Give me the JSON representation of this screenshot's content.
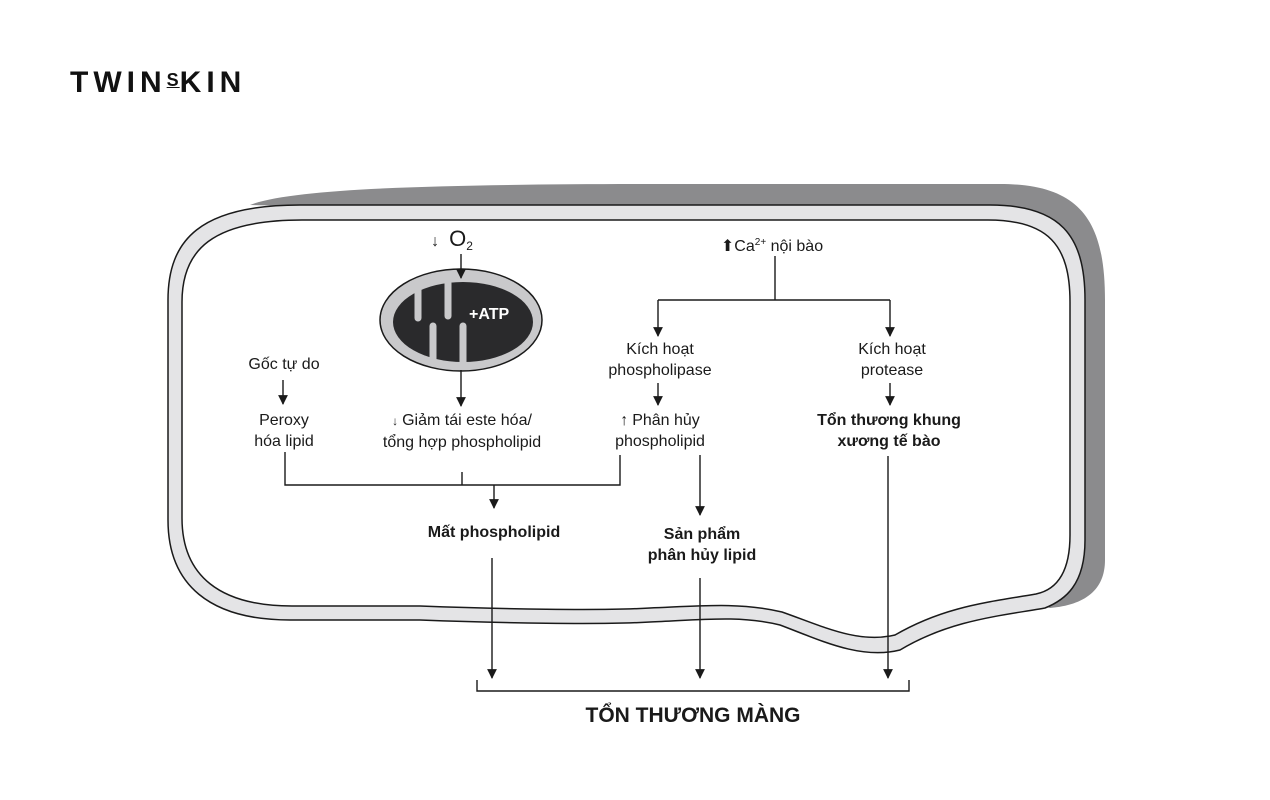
{
  "brand": {
    "logo": "TWIN",
    "logo_mid": "S",
    "logo_end": "KIN"
  },
  "diagram": {
    "oxygen": {
      "arrow": "↓",
      "symbol": "O",
      "subscript": "2"
    },
    "mitochondria_label": "+ATP",
    "calcium": {
      "arrow": "⬆",
      "symbol": "Ca",
      "superscript": "2+",
      "text": " nội bào"
    },
    "free_radical": "Gốc tự do",
    "peroxy": [
      "Peroxy",
      "hóa lipid"
    ],
    "reduced_reesterification": {
      "arrow": "↓",
      "lines": [
        "Giảm tái este hóa/",
        "tổng hợp phospholipid"
      ]
    },
    "phospholipase": [
      "Kích hoạt",
      "phospholipase"
    ],
    "protease": [
      "Kích hoạt",
      "protease"
    ],
    "increased_breakdown": {
      "arrow": "↑",
      "lines": [
        "Phân hủy",
        "phospholipid"
      ]
    },
    "cytoskeleton_damage": [
      "Tổn thương khung",
      "xương tế bào"
    ],
    "phospholipid_loss": "Mất phospholipid",
    "lipid_products": [
      "Sản phẩm",
      "phân hủy lipid"
    ],
    "membrane_damage": "TỔN THƯƠNG MÀNG"
  },
  "colors": {
    "shadow": "#8b8b8d",
    "membrane": "#e4e4e6",
    "ink": "#1a1a1a",
    "mito_outer": "#c9c9cb",
    "mito_inner": "#2a2a2c"
  }
}
